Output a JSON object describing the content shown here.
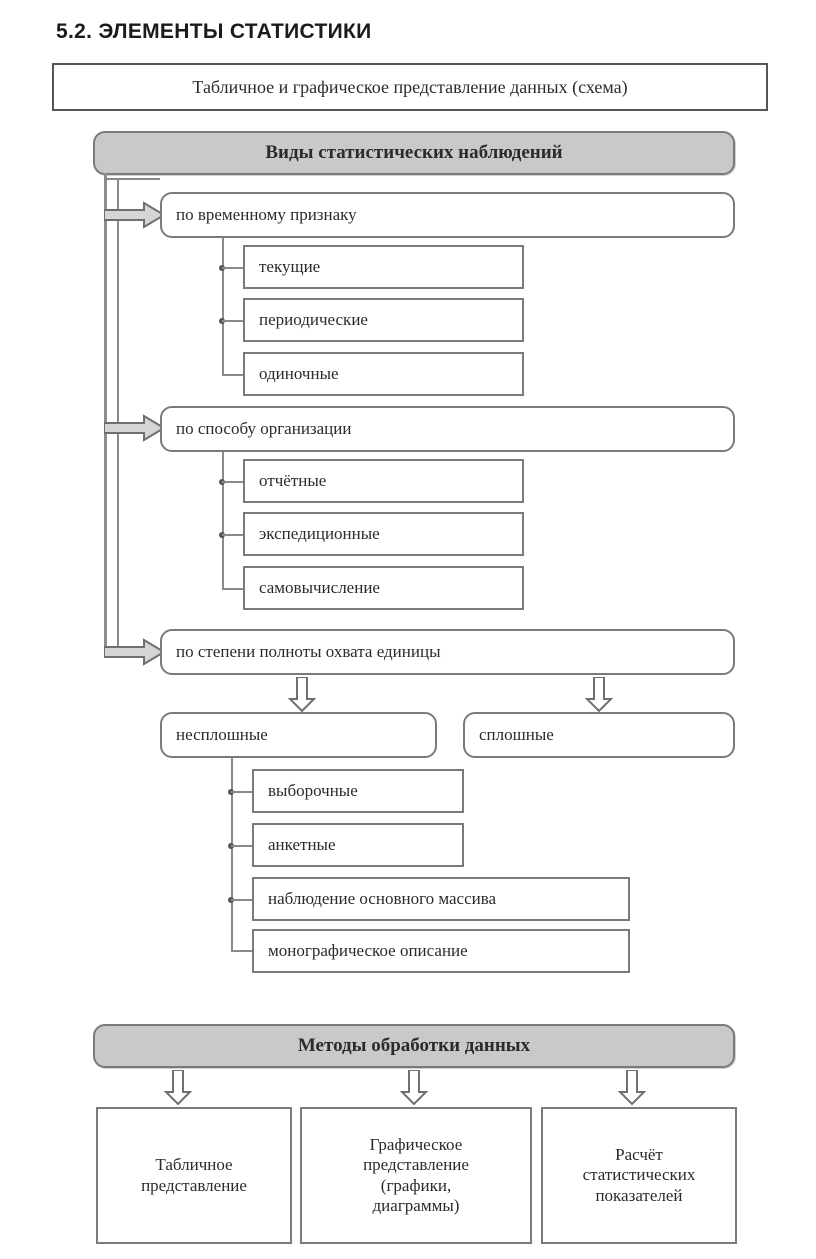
{
  "page": {
    "title": "5.2.  ЭЛЕМЕНТЫ СТАТИСТИКИ",
    "caption": "Табличное и графическое представление данных (схема)"
  },
  "colors": {
    "header_fill": "#c9c9c9",
    "box_border": "#7a7a7a",
    "connector": "#8a8a8a",
    "text": "#2b2b2b"
  },
  "section_observations": {
    "header": "Виды статистических наблюдений",
    "categories": [
      {
        "label": "по временному признаку",
        "items": [
          "текущие",
          "периодические",
          "одиночные"
        ]
      },
      {
        "label": "по способу организации",
        "items": [
          "отчётные",
          "экспедиционные",
          "самовычисление"
        ]
      },
      {
        "label": "по степени полноты охвата единицы",
        "items": []
      }
    ],
    "coverage": {
      "left": {
        "label": "несплошные",
        "items": [
          "выборочные",
          "анкетные",
          "наблюдение основного массива",
          "монографическое описание"
        ]
      },
      "right": {
        "label": "сплошные",
        "items": []
      }
    }
  },
  "section_methods": {
    "header": "Методы обработки данных",
    "items": [
      "Табличное\nпредставление",
      "Графическое\nпредставление\n(графики,\nдиаграммы)",
      "Расчёт\nстатистических\nпоказателей"
    ]
  }
}
